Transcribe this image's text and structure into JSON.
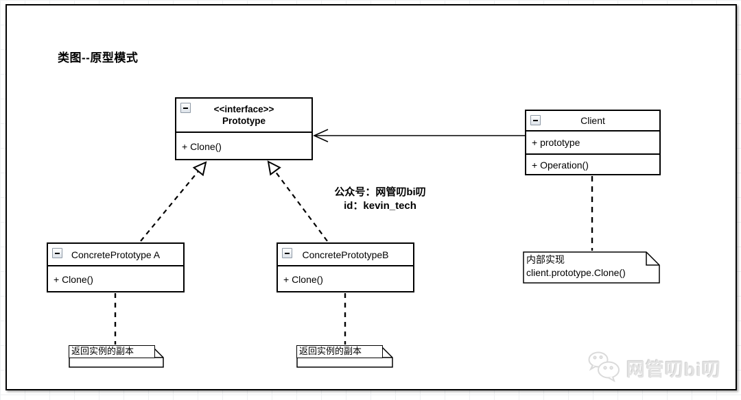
{
  "title": "类图--原型模式",
  "classes": {
    "prototype": {
      "stereotype": "<<interface>>",
      "name": "Prototype",
      "methods": [
        "+ Clone()"
      ]
    },
    "client": {
      "name": "Client",
      "attributes": [
        "+ prototype"
      ],
      "methods": [
        "+ Operation()"
      ]
    },
    "concreteA": {
      "name": "ConcretePrototype A",
      "methods": [
        "+ Clone()"
      ]
    },
    "concreteB": {
      "name": "ConcretePrototypeB",
      "methods": [
        "+ Clone()"
      ]
    }
  },
  "notes": {
    "noteA": "返回实例的副本",
    "noteB": "返回实例的副本",
    "noteClient": [
      "内部实现",
      "client.prototype.Clone()"
    ]
  },
  "annotation": {
    "line1": "公众号：网管叨bi叨",
    "line2": "id：kevin_tech"
  },
  "watermark": {
    "text": "网管叨bi叨",
    "logo": "wechat-bubbles-icon"
  },
  "icons": {
    "collapse": "minus-box-icon"
  },
  "colors": {
    "line": "#000000",
    "background": "#ffffff",
    "grid": "#eef0f2",
    "watermark": "#e3e3e3"
  }
}
